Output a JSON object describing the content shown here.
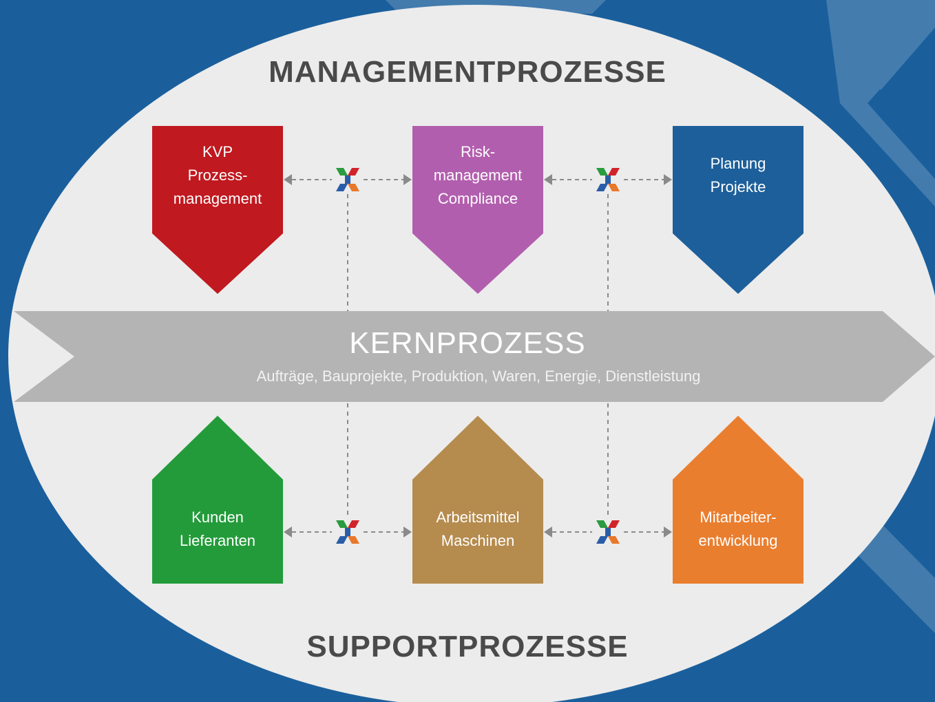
{
  "management": {
    "title": "MANAGEMENTPROZESSE",
    "items": [
      {
        "lines": [
          "KVP",
          "Prozess-",
          "management"
        ],
        "color": "#c0191f"
      },
      {
        "lines": [
          "Risk-",
          "management",
          "Compliance"
        ],
        "color": "#b25eae"
      },
      {
        "lines": [
          "Planung",
          "Projekte"
        ],
        "color": "#1d5f9a"
      }
    ]
  },
  "core": {
    "title": "KERNPROZESS",
    "subtitle": "Aufträge, Bauprojekte, Produktion, Waren, Energie, Dienstleistung",
    "color": "#b4b4b4"
  },
  "support": {
    "title": "SUPPORTPROZESSE",
    "items": [
      {
        "lines": [
          "Kunden",
          "Lieferanten"
        ],
        "color": "#239b3a"
      },
      {
        "lines": [
          "Arbeitsmittel",
          "Maschinen"
        ],
        "color": "#b58b4e"
      },
      {
        "lines": [
          "Mitarbeiter-",
          "entwicklung"
        ],
        "color": "#ea7e2f"
      }
    ]
  },
  "colors": {
    "background": "#1a5f9c",
    "ellipse": "#ececec",
    "connector": "#8a8a8a",
    "logo": [
      "#2a9b3f",
      "#2a5da8",
      "#e8782a",
      "#d2232a"
    ]
  },
  "icons": {
    "connector_logo": "x-logo-icon",
    "arrow": "dashed-double-arrow-icon"
  }
}
